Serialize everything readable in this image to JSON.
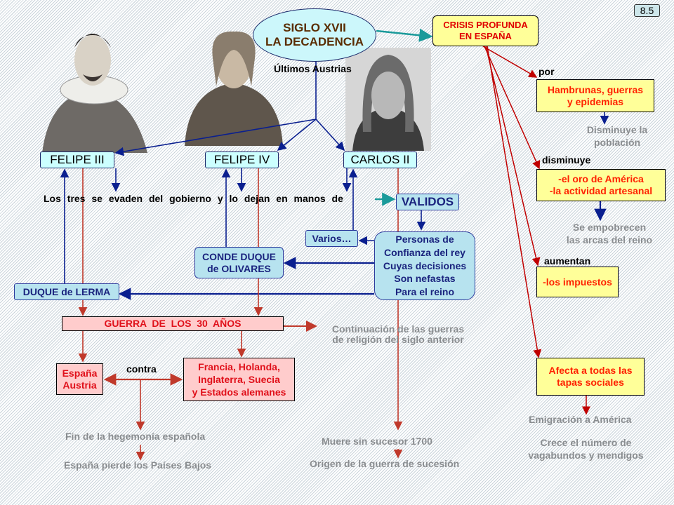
{
  "slide_number": "8.5",
  "title": {
    "line1": "SIGLO XVII",
    "line2": "LA DECADENCIA"
  },
  "crisis": {
    "line1": "CRISIS PROFUNDA",
    "line2": "EN ESPAÑA"
  },
  "ultimos_austrias": "Últimos  Austrias",
  "kings": [
    "FELIPE III",
    "FELIPE IV",
    "CARLOS II"
  ],
  "sentence": "Los tres se evaden del gobierno y lo dejan en manos de",
  "validos": "VALIDOS",
  "varios": "Varios…",
  "personas": [
    "Personas de",
    "Confianza del rey",
    "Cuyas decisiones",
    "Son nefastas",
    "Para el reino"
  ],
  "conde_duque": {
    "line1": "CONDE DUQUE",
    "line2": "de OLIVARES"
  },
  "duque_lerma": "DUQUE de LERMA",
  "guerra": "GUERRA  DE  LOS  30  AÑOS",
  "continuacion": {
    "line1": "Continuación de las guerras",
    "line2": "de religión  del siglo anterior"
  },
  "espana_austria": {
    "line1": "España",
    "line2": "Austria"
  },
  "contra": "contra",
  "aliados": {
    "line1": "Francia, Holanda,",
    "line2": "Inglaterra,  Suecia",
    "line3": "y Estados alemanes"
  },
  "fin_hegemonia": "Fin de la hegemonía española",
  "paises_bajos": "España pierde los Países Bajos",
  "muere": "Muere sin sucesor 1700",
  "origen": "Origen de la guerra de sucesión",
  "right": {
    "por": "por",
    "hambrunas": {
      "line1": "Hambrunas, guerras",
      "line2": "y epidemias"
    },
    "poblacion": {
      "line1": "Disminuye la",
      "line2": "población"
    },
    "disminuye": "disminuye",
    "oro": {
      "line1": "-el oro de América",
      "line2": "-la actividad artesanal"
    },
    "arcas": {
      "line1": "Se empobrecen",
      "line2": "las arcas del reino"
    },
    "aumentan": "aumentan",
    "impuestos": "-los impuestos",
    "afecta": {
      "line1": "Afecta a todas las",
      "line2": "tapas sociales"
    },
    "emigracion": "Emigración a América",
    "vagabundos": {
      "line1": "Crece el número de",
      "line2": "vagabundos y mendigos"
    }
  },
  "colors": {
    "navy": "#0a1f8f",
    "red": "#c0392b",
    "darkred": "#c00000",
    "teal": "#1a9a9a"
  }
}
